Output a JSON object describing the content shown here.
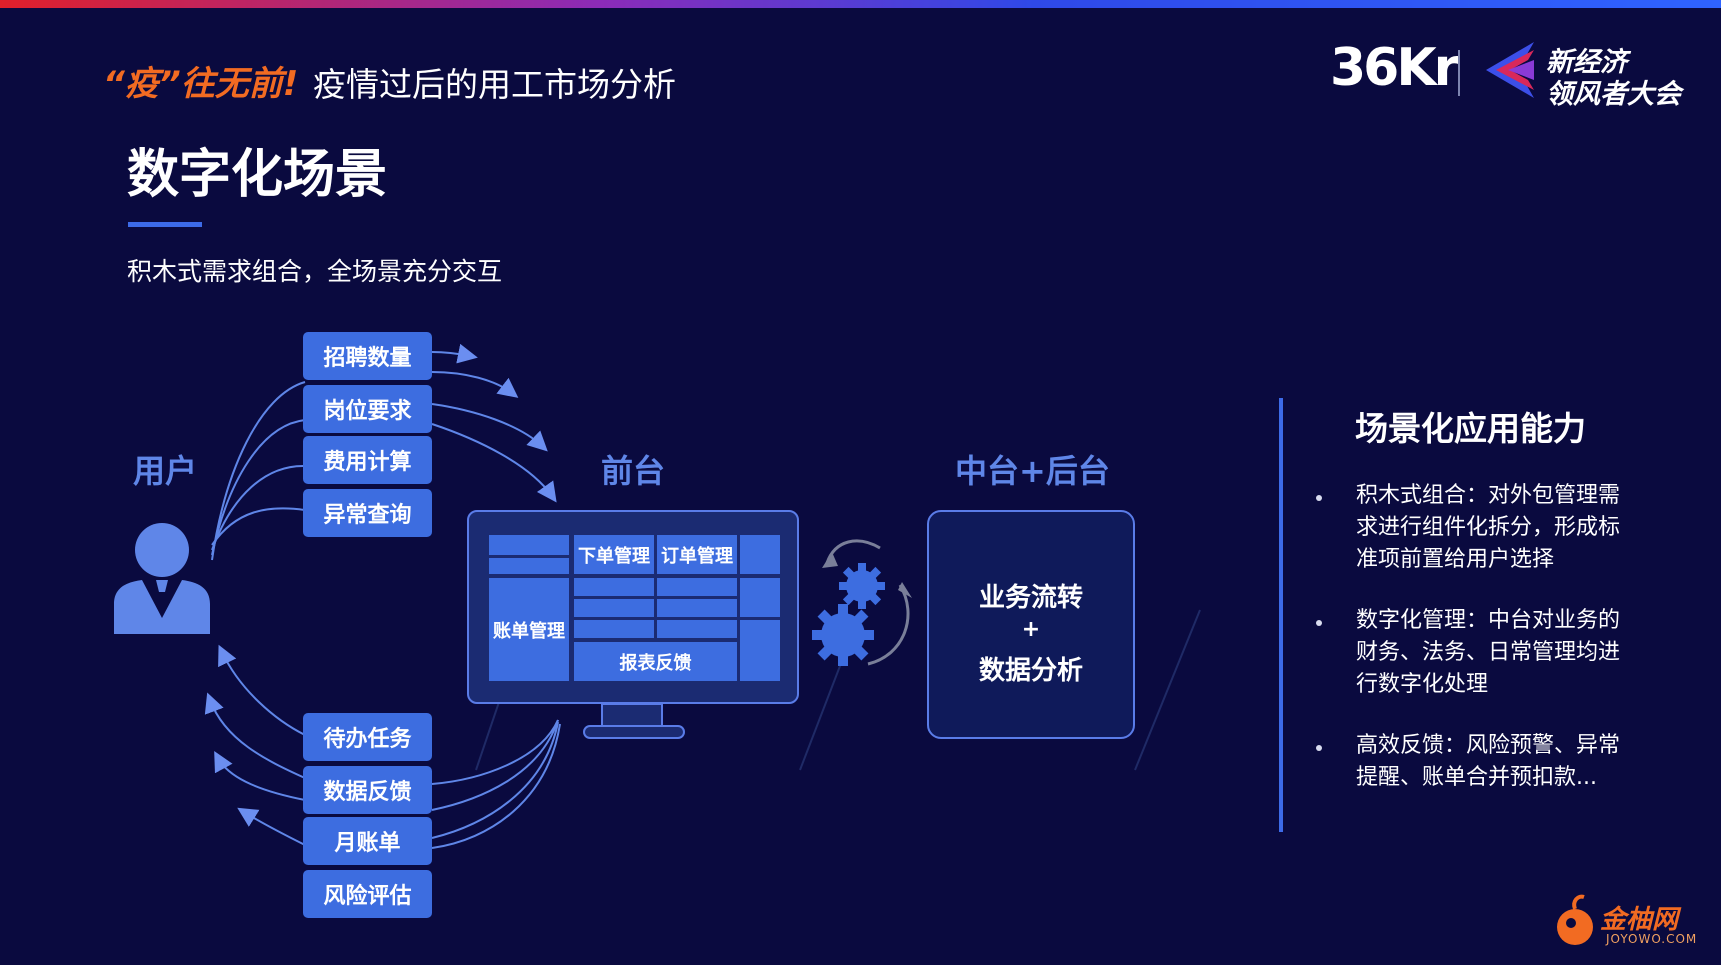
{
  "header": {
    "highlight": "“疫”往无前!",
    "subtitle": "疫情过后的用工市场分析",
    "title": "数字化场景",
    "tagline": "积木式需求组合，全场景充分交互"
  },
  "logo": {
    "brand": "36Kr",
    "event_line1": "新经济",
    "event_line2": "领风者大会"
  },
  "diagram": {
    "user_label": "用户",
    "frontend_label": "前台",
    "backend_label": "中台+后台",
    "inputs": [
      "招聘数量",
      "岗位要求",
      "费用计算",
      "异常查询"
    ],
    "outputs": [
      "待办任务",
      "数据反馈",
      "月账单",
      "风险评估"
    ],
    "screen": {
      "order_manage": "下单管理",
      "order_list": "订单管理",
      "bill_manage": "账单管理",
      "report_feedback": "报表反馈"
    },
    "backbox": {
      "line1": "业务流转",
      "plus": "+",
      "line2": "数据分析"
    }
  },
  "capabilities": {
    "heading": "场景化应用能力",
    "items": [
      "积木式组合：对外包管理需求进行组件化拆分，形成标准项前置给用户选择",
      "数字化管理：中台对业务的财务、法务、日常管理均进行数字化处理",
      "高效反馈：风险预警、异常提醒、账单合并预扣款..."
    ]
  },
  "watermark": {
    "name": "金柚网",
    "url": "JOYOWO.COM"
  },
  "colors": {
    "background": "#0a0a3f",
    "accent_blue": "#3d6de0",
    "label_blue": "#5f86e8",
    "orange": "#f26b22"
  }
}
